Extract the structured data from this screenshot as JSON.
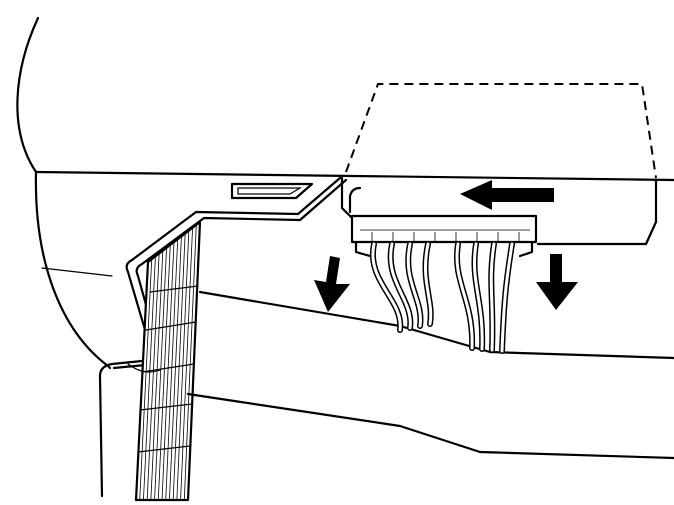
{
  "figure": {
    "subject": "",
    "colors": {
      "line": "#000000",
      "background": "#ffffff"
    },
    "direction_marks": [
      {
        "name": "arrow-left",
        "points": "left"
      },
      {
        "name": "arrow-down-left",
        "points": "down"
      },
      {
        "name": "arrow-down-right",
        "points": "down"
      }
    ],
    "connector_wire_count": 8
  }
}
